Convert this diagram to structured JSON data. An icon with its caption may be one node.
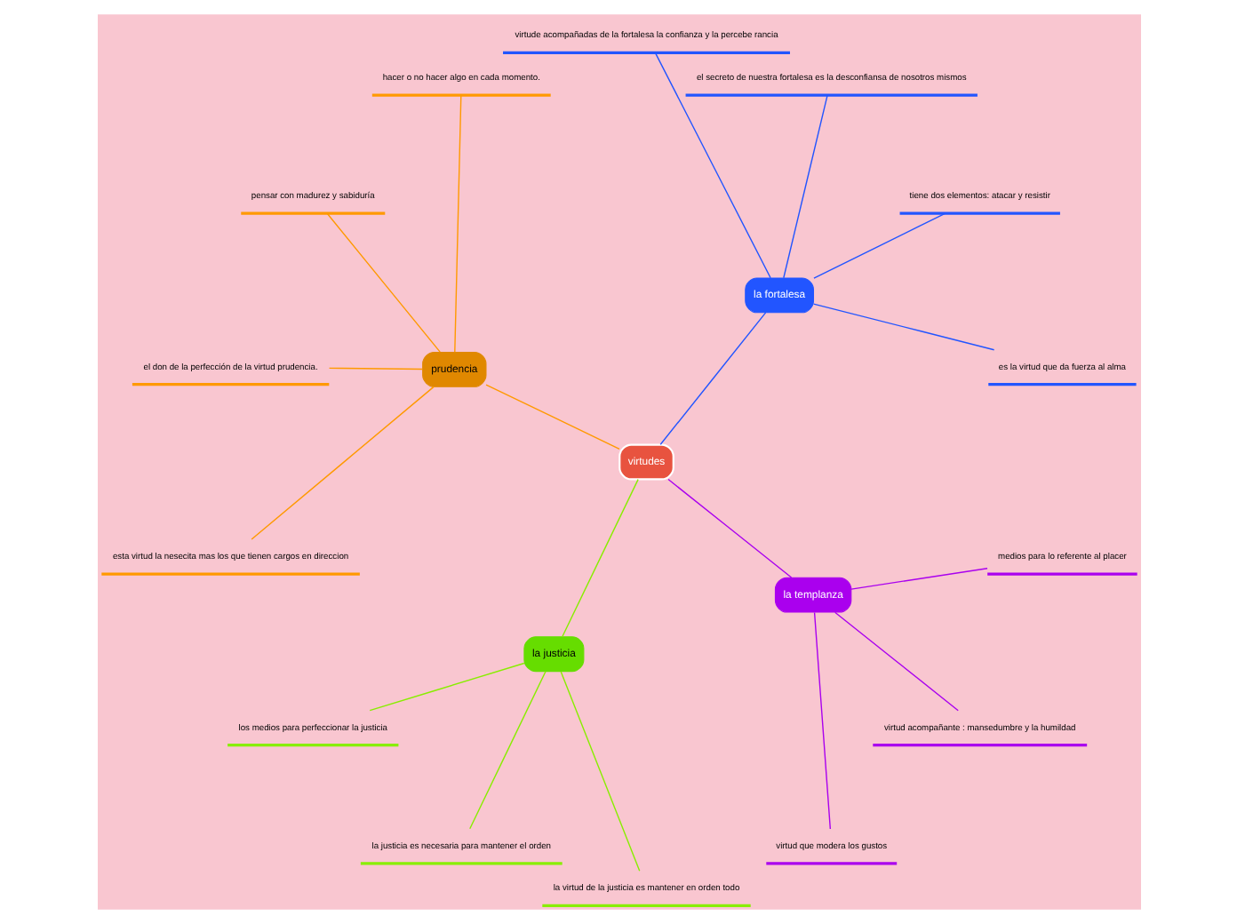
{
  "diagram": {
    "nodes": [
      {
        "text": [
          "virtudes"
        ]
      },
      {
        "text": [
          "la fortalesa"
        ]
      },
      {
        "text": [
          "es la virtud que da fuerza al alma"
        ]
      },
      {
        "text": [
          "tiene dos elementos: atacar y resistir"
        ]
      },
      {
        "text": [
          "el secreto de nuestra fortalesa es la desconfiansa de nosotros mismos"
        ]
      },
      {
        "text": [
          "virtude acompañadas de la fortalesa la confianza y la percebe rancia"
        ]
      },
      {
        "text": [
          "prudencia"
        ]
      },
      {
        "text": [
          "hacer o no hacer algo en cada momento."
        ]
      },
      {
        "text": [
          "pensar con madurez y sabiduría"
        ]
      },
      {
        "text": [
          "el don de la perfección de la virtud prudencia."
        ]
      },
      {
        "text": [
          "esta virtud la nesecita mas los que tienen cargos en direccion"
        ]
      },
      {
        "text": [
          "la justicia"
        ]
      },
      {
        "text": [
          "los medios para perfeccionar la justicia"
        ]
      },
      {
        "text": [
          "la justicia es necesaria para mantener el orden"
        ]
      },
      {
        "text": [
          "la virtud de la justicia es mantener en orden todo"
        ]
      },
      {
        "text": [
          "la templanza"
        ]
      },
      {
        "text": [
          "virtud que modera los gustos"
        ]
      },
      {
        "text": [
          "virtud acompañante : mansedumbre y la humildad"
        ]
      },
      {
        "text": [
          "medios para lo referente al placer"
        ]
      }
    ],
    "edges": [
      {
        "from": 0,
        "to": 1,
        "arrow": "none",
        "color": "#2255ff"
      },
      {
        "from": 1,
        "to": 2,
        "arrow": "none",
        "color": "#2255ff"
      },
      {
        "from": 1,
        "to": 3,
        "arrow": "none",
        "color": "#2255ff"
      },
      {
        "from": 1,
        "to": 4,
        "arrow": "none",
        "color": "#2255ff"
      },
      {
        "from": 1,
        "to": 5,
        "arrow": "none",
        "color": "#2255ff"
      },
      {
        "from": 0,
        "to": 6,
        "arrow": "none",
        "color": "#ff9900"
      },
      {
        "from": 6,
        "to": 7,
        "arrow": "none",
        "color": "#ff9900"
      },
      {
        "from": 6,
        "to": 8,
        "arrow": "none",
        "color": "#ff9900"
      },
      {
        "from": 6,
        "to": 9,
        "arrow": "none",
        "color": "#ff9900"
      },
      {
        "from": 6,
        "to": 10,
        "arrow": "none",
        "color": "#ff9900"
      },
      {
        "from": 0,
        "to": 11,
        "arrow": "none",
        "color": "#88ee00"
      },
      {
        "from": 11,
        "to": 12,
        "arrow": "none",
        "color": "#88ee00"
      },
      {
        "from": 11,
        "to": 13,
        "arrow": "none",
        "color": "#88ee00"
      },
      {
        "from": 11,
        "to": 14,
        "arrow": "none",
        "color": "#88ee00"
      },
      {
        "from": 0,
        "to": 15,
        "arrow": "none",
        "color": "#aa00ee"
      },
      {
        "from": 15,
        "to": 16,
        "arrow": "none",
        "color": "#aa00ee"
      },
      {
        "from": 15,
        "to": 17,
        "arrow": "none",
        "color": "#aa00ee"
      },
      {
        "from": 15,
        "to": 18,
        "arrow": "none",
        "color": "#aa00ee"
      }
    ]
  }
}
